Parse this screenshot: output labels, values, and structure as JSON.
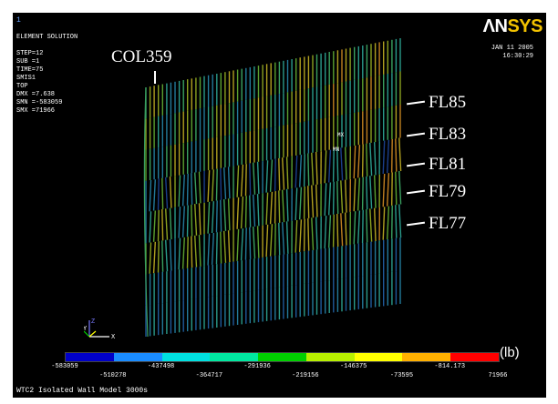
{
  "window_number": "1",
  "title": "ELEMENT SOLUTION",
  "params": [
    "STEP=12",
    "SUB =1",
    "TIME=75",
    "SMIS1",
    "TOP",
    "DMX =7.638",
    "SMN =-583059",
    "SMX =71966"
  ],
  "date": "JAN 11 2005",
  "time": "16:30:29",
  "logo": {
    "part_a": "ΛN",
    "part_b": "SYS"
  },
  "column_label": "COL359",
  "floor_labels": [
    "FL85",
    "FL83",
    "FL81",
    "FL79",
    "FL77"
  ],
  "max_marker": "MX",
  "min_marker": "MN",
  "triad": {
    "x": "X",
    "y": "Y",
    "z": "Z"
  },
  "legend": {
    "colors": [
      "#0000c8",
      "#1a8cff",
      "#00e0e0",
      "#00e8a0",
      "#00d000",
      "#b8f000",
      "#ffff00",
      "#ffb000",
      "#ff0000"
    ],
    "top_ticks": [
      "-583059",
      "-437498",
      "-291936",
      "-146375",
      "-814.173"
    ],
    "bottom_ticks": [
      "-510278",
      "-364717",
      "-219156",
      "-73595",
      "71966"
    ],
    "units": "(lb)"
  },
  "model_title": "WTC2 Isolated Wall Model 3000s",
  "colors": {
    "background": "#000000",
    "accent": "#f2c200"
  }
}
